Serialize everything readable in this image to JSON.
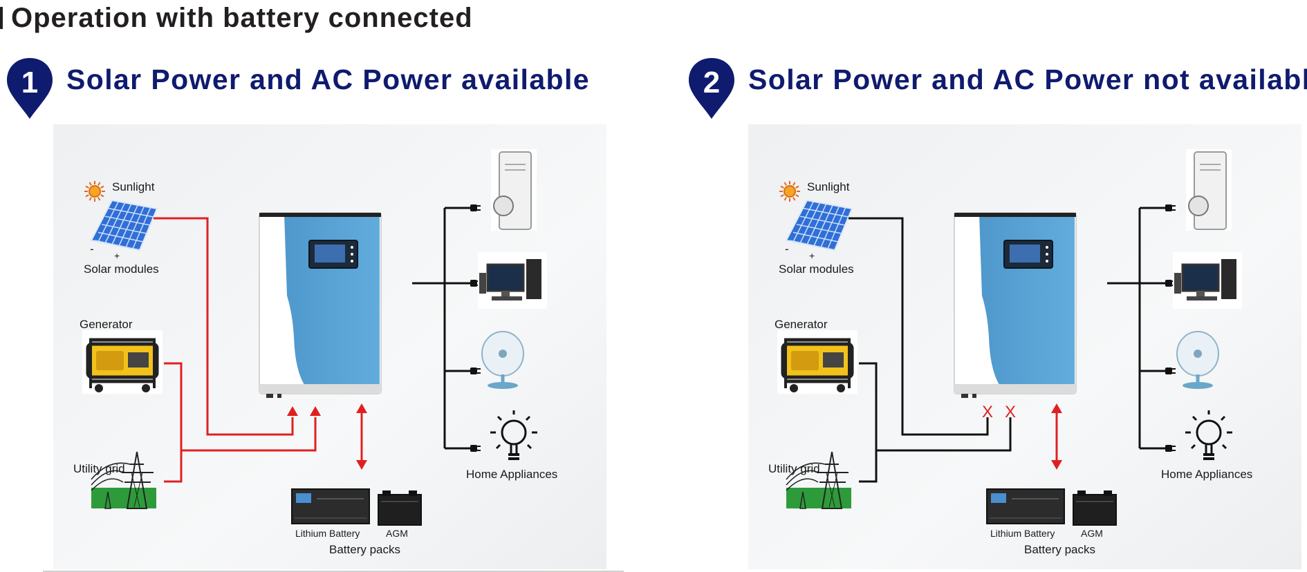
{
  "page": {
    "title": "Operation with battery connected"
  },
  "scenarios": [
    {
      "number": "1",
      "title": "Solar Power and AC Power available",
      "labels": {
        "sunlight": "Sunlight",
        "solar_modules": "Solar modules",
        "generator": "Generator",
        "utility_grid": "Utility grid",
        "home_appliances": "Home Appliances",
        "lithium_battery": "Lithium Battery",
        "agm": "AGM",
        "battery_packs": "Battery packs",
        "pv_minus": "-",
        "pv_plus": "+"
      },
      "input_line_color": "#e02020",
      "inputs_available": true
    },
    {
      "number": "2",
      "title": "Solar Power and AC Power not available",
      "labels": {
        "sunlight": "Sunlight",
        "solar_modules": "Solar modules",
        "generator": "Generator",
        "utility_grid": "Utility grid",
        "home_appliances": "Home Appliances",
        "lithium_battery": "Lithium Battery",
        "agm": "AGM",
        "battery_packs": "Battery packs",
        "pv_minus": "-",
        "pv_plus": "+",
        "disconnect_mark": "X"
      },
      "input_line_color": "#111111",
      "inputs_available": false
    }
  ],
  "colors": {
    "title_text": "#231f20",
    "scenario_title": "#0f1b6e",
    "pin": "#0f1b6e",
    "flow_arrow": "#e02020",
    "inverter_blue": "#5aa3d6",
    "output_line": "#111111"
  },
  "icons": [
    "pin-number-icon",
    "sun-icon",
    "solar-panel-icon",
    "generator-icon",
    "utility-tower-icon",
    "inverter-icon",
    "lithium-battery-icon",
    "agm-battery-icon",
    "air-conditioner-icon",
    "computer-icon",
    "fan-icon",
    "light-bulb-icon",
    "plug-icon"
  ]
}
